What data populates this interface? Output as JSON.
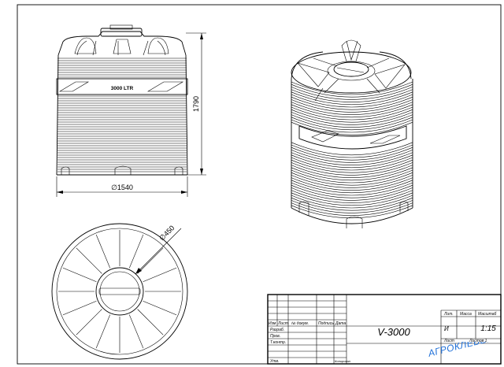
{
  "drawing": {
    "front_view": {
      "capacity_label": "3000 LTR",
      "height_dimension": "1790",
      "diameter_dimension": "∅1540"
    },
    "top_view": {
      "hatch_diameter_dimension": "∅450"
    },
    "title_block": {
      "designation": "V-3000",
      "col_change": "Изм",
      "col_sheet": "Лист",
      "col_doc_no": "№ докум.",
      "col_signature": "Подпись",
      "col_date": "Дата",
      "row_developed": "Разраб.",
      "row_checked": "Пров.",
      "row_tcontrol": "Т.контр.",
      "row_approved": "Утв.",
      "head_letter": "Лит.",
      "head_mass": "Масса",
      "head_scale": "Масштаб",
      "letter_value": "И",
      "scale_value": "1:15",
      "sheet_label": "Лист",
      "sheets_label": "Листов 1",
      "format_label": "Копировал"
    },
    "watermark": "АГРОКЛЕВЕР",
    "colors": {
      "line": "#000000",
      "watermark": "#1e6fd8"
    }
  }
}
